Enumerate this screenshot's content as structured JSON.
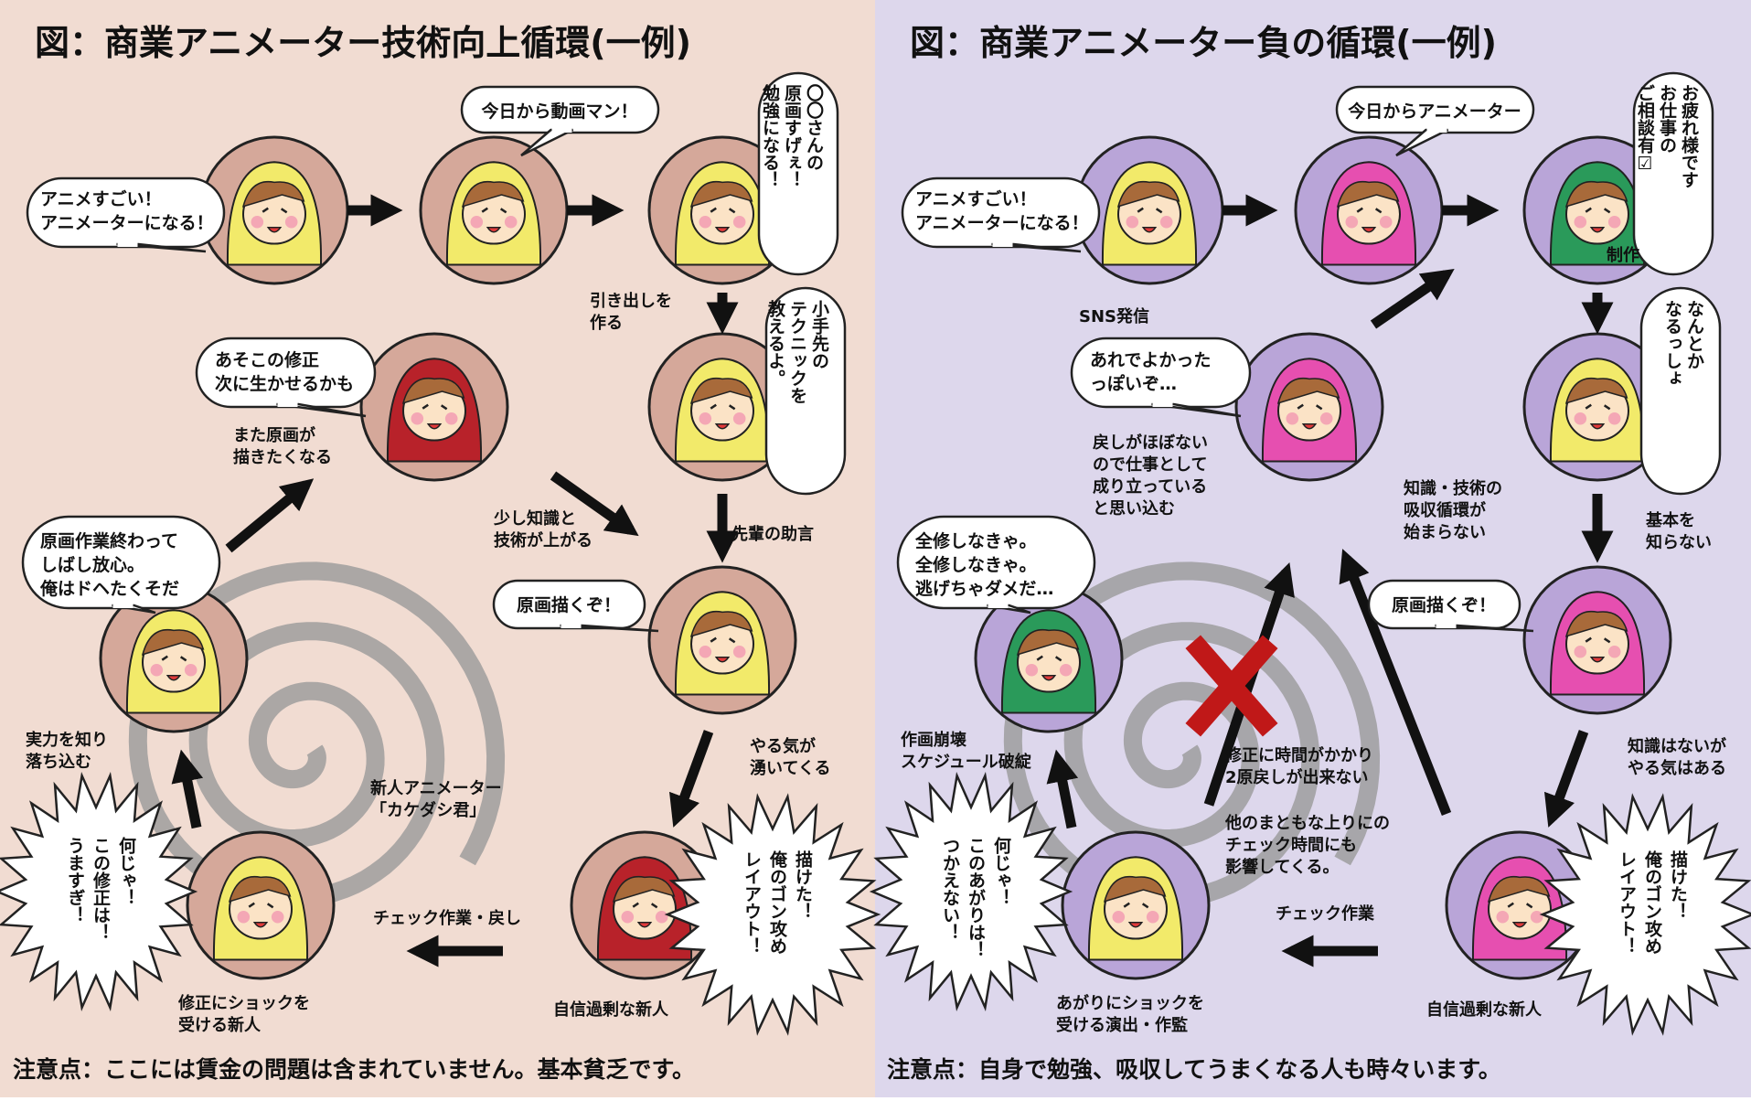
{
  "colors": {
    "left_bg": "#f1dcd2",
    "right_bg": "#ddd7ec",
    "left_circle": "#d5a89a",
    "right_circle": "#b9a5d8",
    "arrow": "#111111",
    "spiral": "#9a9a9a",
    "cross": "#c01818"
  },
  "left": {
    "title": "図：商業アニメーター技術向上循環(一例)",
    "bubbles": {
      "b1": [
        "アニメすごい！",
        "アニメーターになる！"
      ],
      "b2": [
        "今日から動画マン！"
      ],
      "b3": [
        "〇〇さんの",
        "原画すげぇ！",
        "勉強になる！"
      ],
      "b4": [
        "小手先の",
        "テクニックを",
        "教えるよ。"
      ],
      "b5": [
        "原画描くぞ！"
      ],
      "b6": [
        "描けた！",
        "俺のゴン攻め",
        "レイアウト！"
      ],
      "b7": [
        "何じゃ！",
        "この修正は！",
        "うますぎ！"
      ],
      "b8": [
        "原画作業終わって",
        "しばし放心。",
        "俺はドヘたくそだ"
      ],
      "b9": [
        "あそこの修正",
        "次に生かせるかも"
      ]
    },
    "captions": {
      "c1": [
        "引き出しを",
        "作る"
      ],
      "c2": [
        "先輩の助言"
      ],
      "c3": [
        "やる気が",
        "湧いてくる"
      ],
      "c4": [
        "自信過剰な新人"
      ],
      "c5": [
        "チェック作業・戻し"
      ],
      "c6": [
        "修正にショックを",
        "受ける新人"
      ],
      "c7": [
        "実力を知り",
        "落ち込む"
      ],
      "c8": [
        "また原画が",
        "描きたくなる"
      ],
      "c9": [
        "少し知識と",
        "技術が上がる"
      ],
      "c10": [
        "新人アニメーター",
        "「カケダシ君」"
      ]
    },
    "note": "注意点：ここには賃金の問題は含まれていません。基本貧乏です。"
  },
  "right": {
    "title": "図：商業アニメーター負の循環(一例)",
    "bubbles": {
      "b1": [
        "アニメすごい！",
        "アニメーターになる！"
      ],
      "b2": [
        "今日からアニメーター"
      ],
      "b3": [
        "お疲れ様です",
        "お仕事の",
        "ご相談有☑"
      ],
      "b4": [
        "なんとか",
        "なるっしょ"
      ],
      "b5": [
        "原画描くぞ！"
      ],
      "b6": [
        "描けた！",
        "俺のゴン攻め",
        "レイアウト！"
      ],
      "b7": [
        "何じゃ！",
        "このあがりは！",
        "つかえない！"
      ],
      "b8": [
        "全修しなきゃ。",
        "全修しなきゃ。",
        "逃げちゃダメだ…"
      ],
      "b9": [
        "あれでよかった",
        "っぽいぞ…"
      ]
    },
    "captions": {
      "c1": [
        "SNS発信"
      ],
      "c2": [
        "基本を",
        "知らない"
      ],
      "c3": [
        "知識はないが",
        "やる気はある"
      ],
      "c4": [
        "自信過剰な新人"
      ],
      "c5": [
        "チェック作業"
      ],
      "c6": [
        "あがりにショックを",
        "受ける演出・作監"
      ],
      "c7": [
        "作画崩壊",
        "スケジュール破綻"
      ],
      "c8": [
        "戻しがほぼない",
        "ので仕事として",
        "成り立っている",
        "と思い込む"
      ],
      "c9": [
        "知識・技術の",
        "吸収循環が",
        "始まらない"
      ],
      "c10": [
        "修正に時間がかかり",
        "2原戻しが出来ない"
      ],
      "c11": [
        "他のまともな上りにの",
        "チェック時間にも",
        "影響してくる。"
      ],
      "c12": [
        "制作"
      ]
    },
    "note": "注意点：自身で勉強、吸収してうまくなる人も時々います。"
  }
}
